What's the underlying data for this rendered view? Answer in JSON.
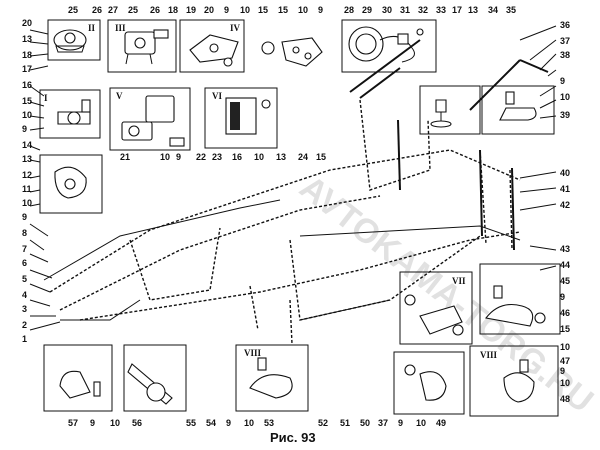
{
  "figure": {
    "caption": "Рис. 93",
    "watermark": "AVTOKAMA-TORG.RU"
  },
  "insets": [
    {
      "id": "I",
      "numerals": "I"
    },
    {
      "id": "II",
      "numerals": "II"
    },
    {
      "id": "III",
      "numerals": "III"
    },
    {
      "id": "IV",
      "numerals": "IV"
    },
    {
      "id": "V",
      "numerals": "V"
    },
    {
      "id": "VI",
      "numerals": "VI"
    },
    {
      "id": "VII",
      "numerals": "VII"
    },
    {
      "id": "VIII",
      "numerals": "VIII"
    }
  ],
  "callouts_top": [
    "25",
    "26",
    "27",
    "25",
    "26",
    "18",
    "19",
    "20",
    "9",
    "10",
    "15",
    "15",
    "10",
    "9",
    "28",
    "29",
    "30",
    "31",
    "32",
    "33",
    "17",
    "13",
    "34",
    "35"
  ],
  "callouts_left": [
    "20",
    "13",
    "18",
    "17",
    "16",
    "15",
    "10",
    "9",
    "14",
    "13",
    "12",
    "11",
    "10",
    "9",
    "8",
    "7",
    "6",
    "5",
    "4",
    "3",
    "2",
    "1"
  ],
  "callouts_right": [
    "36",
    "37",
    "38",
    "9",
    "10",
    "39",
    "40",
    "41",
    "42",
    "43",
    "44",
    "45",
    "9",
    "46",
    "15",
    "10",
    "47",
    "9",
    "10",
    "48"
  ],
  "callouts_bottom": [
    "57",
    "9",
    "10",
    "56",
    "55",
    "54",
    "9",
    "10",
    "53",
    "52",
    "51",
    "50",
    "37",
    "9",
    "10",
    "49"
  ],
  "callouts_mid": [
    "21",
    "10",
    "9",
    "22",
    "23",
    "16",
    "10",
    "13",
    "24",
    "15"
  ]
}
